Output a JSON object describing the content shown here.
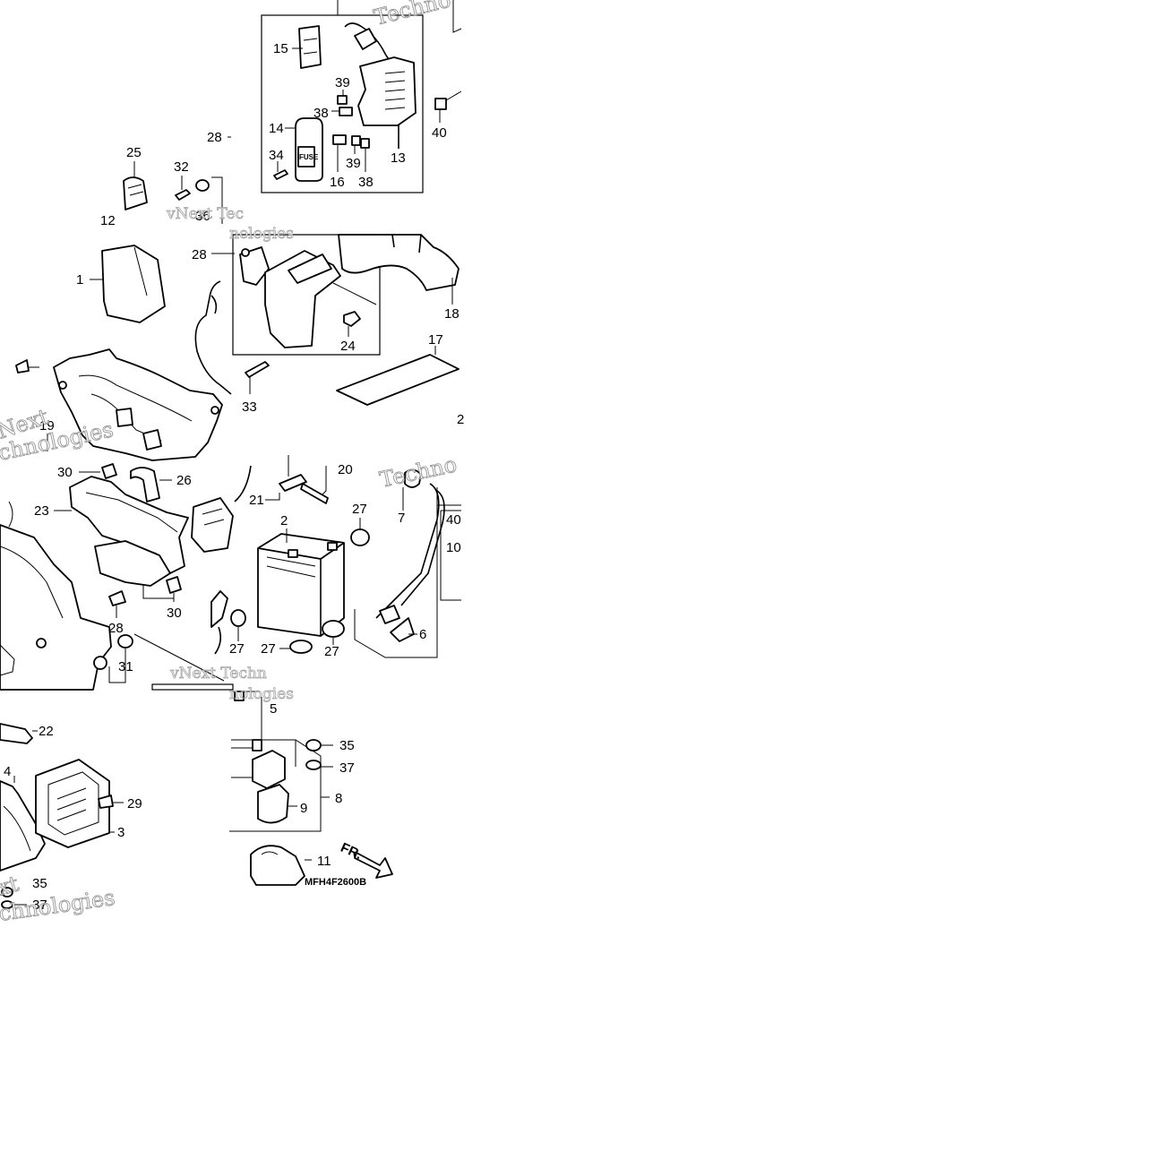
{
  "diagram": {
    "drawing_code": "MFH4F2600B",
    "direction_label": "FR.",
    "fuse_label": "FUSE",
    "watermarks": [
      "vNext Tec",
      "nologies",
      "Next",
      "chnologies",
      "vNext Techn",
      "nologies",
      "Techno",
      "xt",
      "chnologies",
      "Techno"
    ],
    "callouts": {
      "c15": "15",
      "c39a": "39",
      "c38a": "38",
      "c14": "14",
      "c34": "34",
      "c16": "16",
      "c39b": "39",
      "c38b": "38",
      "c13": "13",
      "c40a": "40",
      "c28a": "28",
      "c25": "25",
      "c32": "32",
      "c36": "36",
      "c12": "12",
      "c28b": "28",
      "c1": "1",
      "c18": "18",
      "c24": "24",
      "c17": "17",
      "c33": "33",
      "c19": "19",
      "c30a": "30",
      "c26": "26",
      "c23": "23",
      "c20": "20",
      "c21": "21",
      "c2": "2",
      "c27a": "27",
      "c7": "7",
      "c40b": "40",
      "c10": "10",
      "c28c": "28",
      "c30b": "30",
      "c31": "31",
      "c27b": "27",
      "c27c": "27",
      "c27d": "27",
      "c6": "6",
      "c5": "5",
      "c22": "22",
      "c35a": "35",
      "c37a": "37",
      "c4": "4",
      "c8": "8",
      "c29": "29",
      "c9": "9",
      "c3": "3",
      "c11": "11",
      "c35b": "35",
      "c37b": "37",
      "c2cut": "2"
    }
  }
}
